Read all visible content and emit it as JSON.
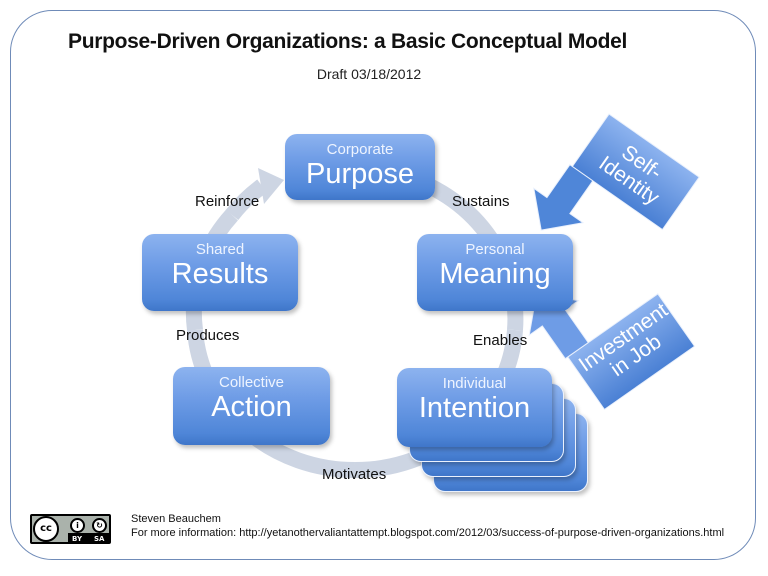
{
  "header": {
    "title": "Purpose-Driven Organizations: a Basic Conceptual Model",
    "subtitle": "Draft 03/18/2012"
  },
  "nodes": {
    "purpose": {
      "small": "Corporate",
      "big": "Purpose"
    },
    "meaning": {
      "small": "Personal",
      "big": "Meaning"
    },
    "intention": {
      "small": "Individual",
      "big": "Intention"
    },
    "action": {
      "small": "Collective",
      "big": "Action"
    },
    "results": {
      "small": "Shared",
      "big": "Results"
    }
  },
  "edges": {
    "sustains": "Sustains",
    "enables": "Enables",
    "motivates": "Motivates",
    "produces": "Produces",
    "reinforce": "Reinforce"
  },
  "side_arrows": {
    "self_identity": {
      "line1": "Self-",
      "line2": "Identity"
    },
    "investment": {
      "line1": "Investment",
      "line2": "in Job"
    }
  },
  "colors": {
    "box_top": "#8db3ef",
    "box_bottom": "#3f76c9",
    "cycle_arrow": "#cdd5e3",
    "frame_border": "#6f8bb8",
    "side_arrow": "#5b8fdd"
  },
  "footer": {
    "license_icons": {
      "cc": "cc",
      "by": "BY",
      "sa": "SA"
    },
    "author": "Steven Beauchem",
    "more_info": "For more information: http://yetanothervaliantattempt.blogspot.com/2012/03/success-of-purpose-driven-organizations.html"
  }
}
